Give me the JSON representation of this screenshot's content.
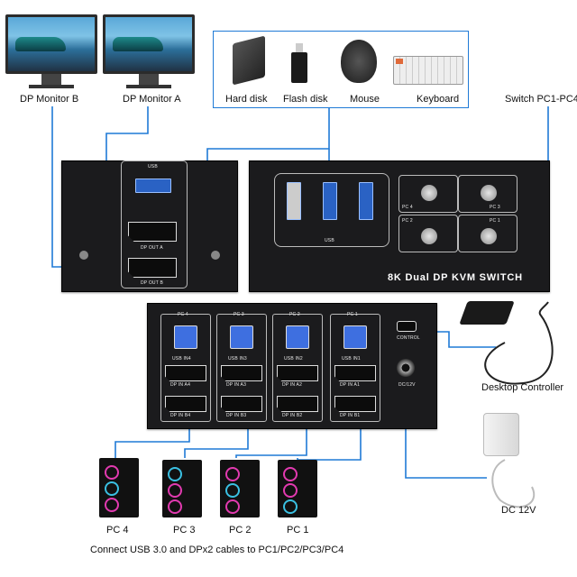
{
  "monitors": [
    {
      "label": "DP Monitor B"
    },
    {
      "label": "DP Monitor A"
    }
  ],
  "devices": [
    {
      "label": "Hard disk",
      "icon": "hard-disk-icon"
    },
    {
      "label": "Flash disk",
      "icon": "flash-drive-icon"
    },
    {
      "label": "Mouse",
      "icon": "mouse-icon"
    },
    {
      "label": "Keyboard",
      "icon": "keyboard-icon"
    }
  ],
  "switch_label": "Switch PC1-PC4",
  "rear_panel": {
    "usb": "USB",
    "dp_out_a": "DP OUT A",
    "dp_out_b": "DP OUT B"
  },
  "front_panel": {
    "usb": "USB",
    "title": "8K Dual DP KVM SWITCH",
    "buttons": [
      "PC 4",
      "PC 3",
      "PC 2",
      "PC 1"
    ]
  },
  "back_panel": {
    "ports": [
      {
        "pc": "PC 4",
        "usb": "USB IN4",
        "dpa": "DP IN A4",
        "dpb": "DP IN B4"
      },
      {
        "pc": "PC 3",
        "usb": "USB IN3",
        "dpa": "DP IN A3",
        "dpb": "DP IN B3"
      },
      {
        "pc": "PC 2",
        "usb": "USB IN2",
        "dpa": "DP IN A2",
        "dpb": "DP IN B2"
      },
      {
        "pc": "PC 1",
        "usb": "USB IN1",
        "dpa": "DP IN A1",
        "dpb": "DP IN B1"
      }
    ],
    "control": "CONTROL",
    "dc": "DC/12V"
  },
  "desktop_controller": "Desktop Controller",
  "power": "DC 12V",
  "pcs": [
    "PC 4",
    "PC 3",
    "PC 2",
    "PC 1"
  ],
  "caption": "Connect USB 3.0 and DPx2 cables to PC1/PC2/PC3/PC4",
  "colors": {
    "cable": "#1f7ad6",
    "panel": "#1b1b1d",
    "usb_port": "#2a62c4"
  }
}
